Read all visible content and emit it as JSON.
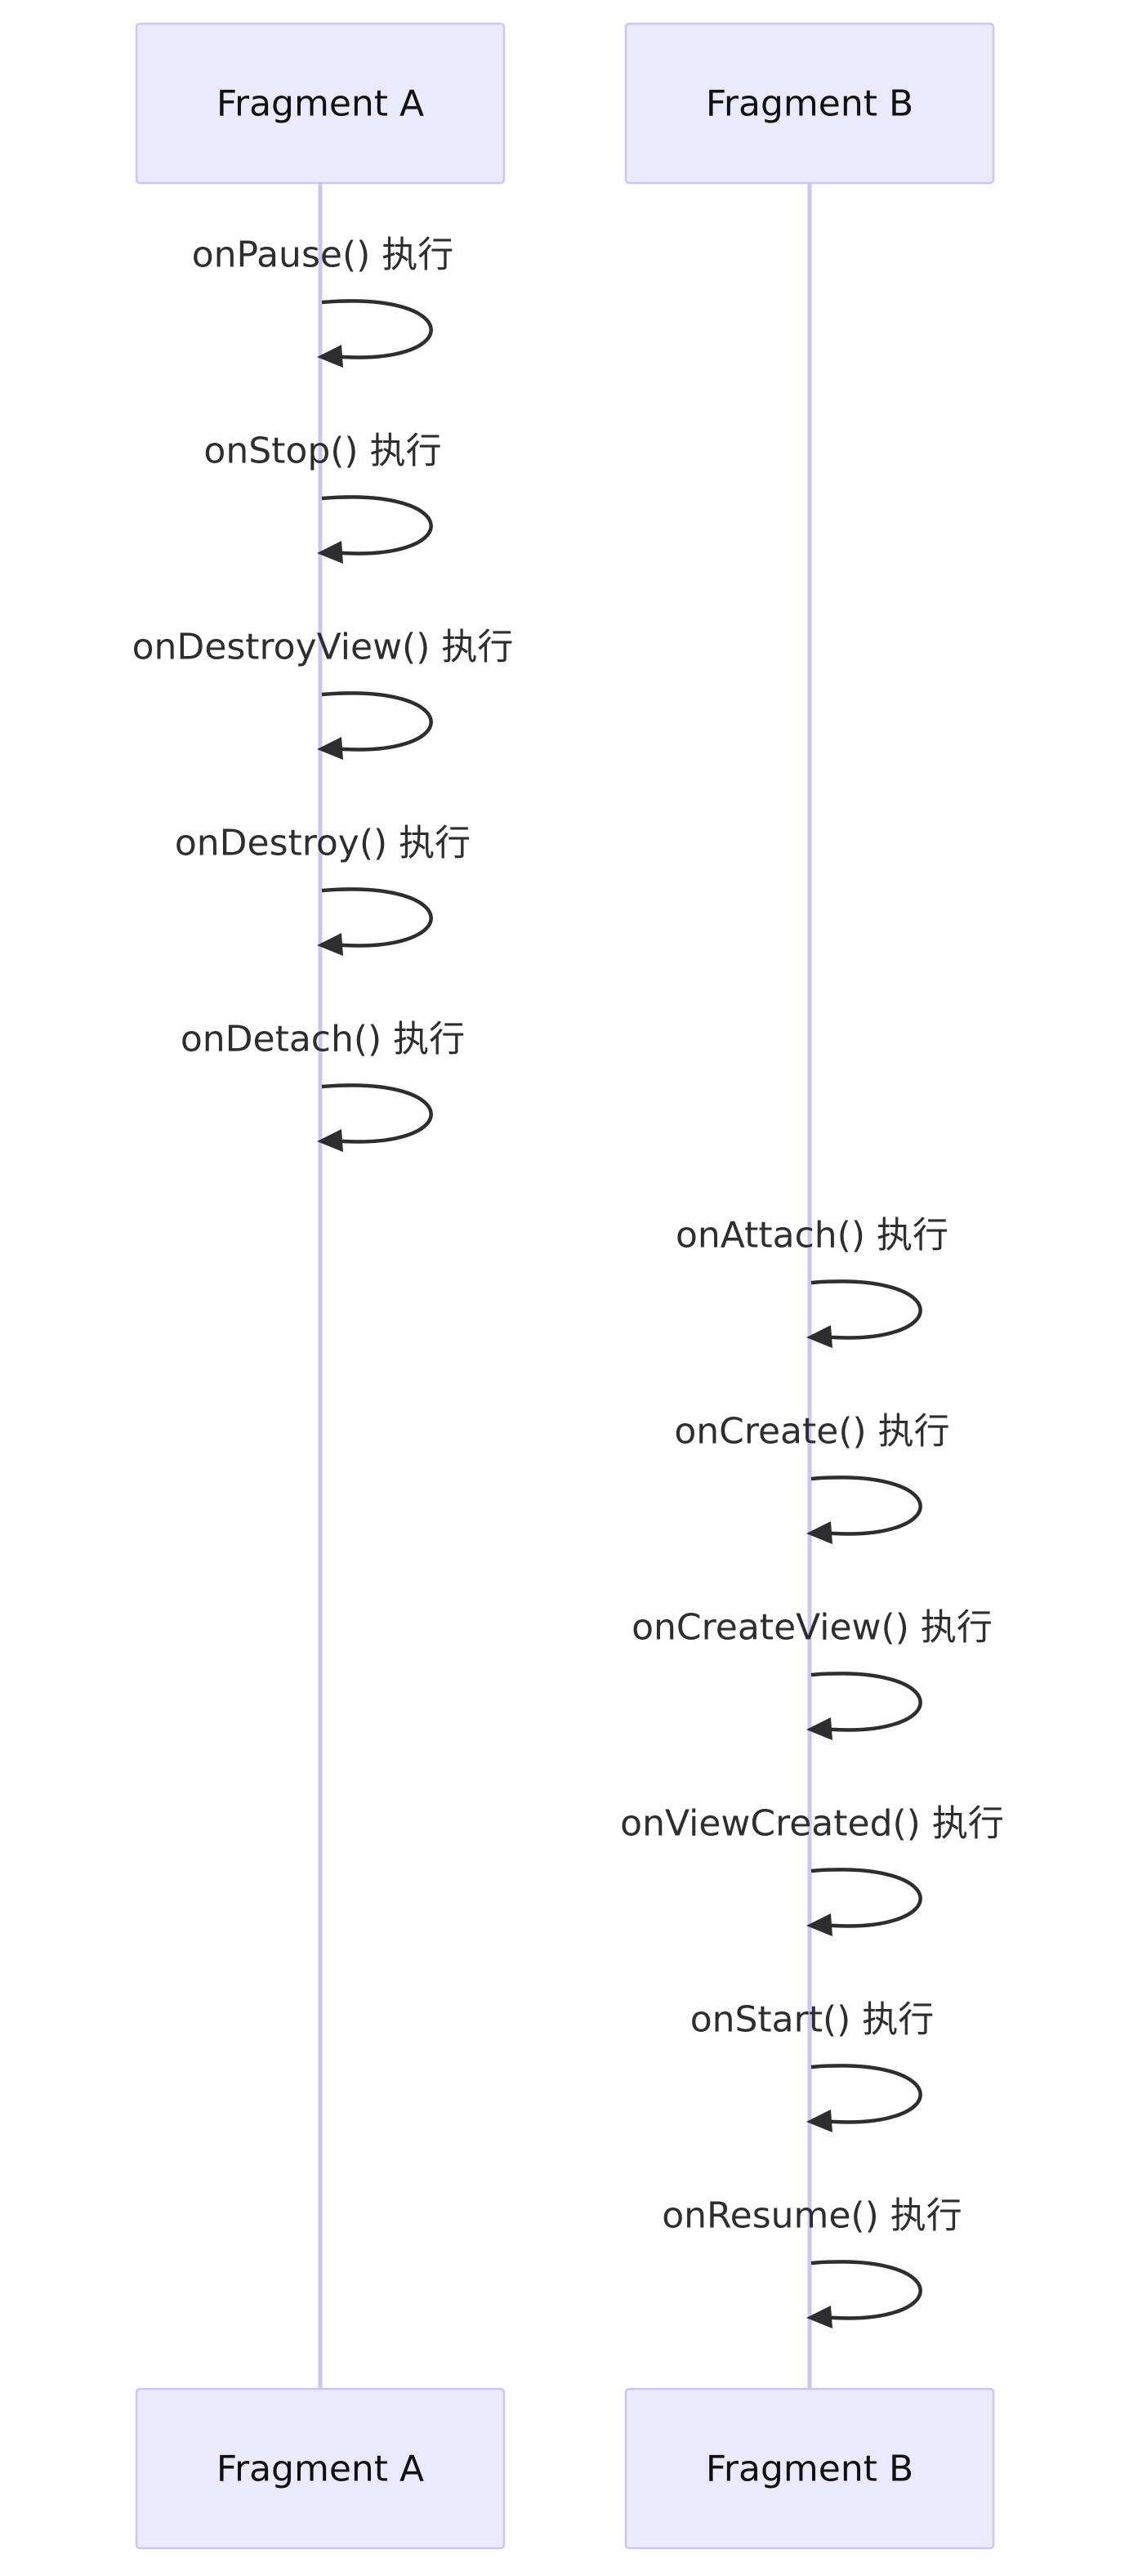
{
  "participants": [
    {
      "id": "A",
      "label": "Fragment A"
    },
    {
      "id": "B",
      "label": "Fragment B"
    }
  ],
  "messages": [
    {
      "participant": "A",
      "label": "onPause() 执行"
    },
    {
      "participant": "A",
      "label": "onStop() 执行"
    },
    {
      "participant": "A",
      "label": "onDestroyView() 执行"
    },
    {
      "participant": "A",
      "label": "onDestroy() 执行"
    },
    {
      "participant": "A",
      "label": "onDetach() 执行"
    },
    {
      "participant": "B",
      "label": "onAttach() 执行"
    },
    {
      "participant": "B",
      "label": "onCreate() 执行"
    },
    {
      "participant": "B",
      "label": "onCreateView() 执行"
    },
    {
      "participant": "B",
      "label": "onViewCreated() 执行"
    },
    {
      "participant": "B",
      "label": "onStart() 执行"
    },
    {
      "participant": "B",
      "label": "onResume() 执行"
    }
  ]
}
